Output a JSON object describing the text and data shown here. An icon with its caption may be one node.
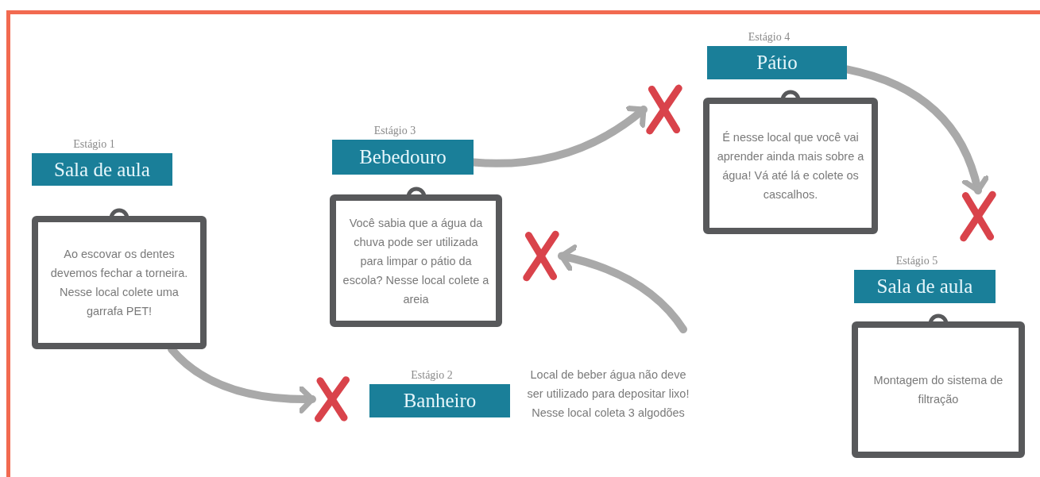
{
  "diagram": {
    "nodes": [
      {
        "text": [
          "Sala de aula"
        ],
        "beside": [
          "Estágio 1"
        ]
      },
      {
        "text": [
          "Ao escovar os dentes devemos fechar a torneira. Nesse local colete uma garrafa PET!"
        ]
      },
      {
        "text": [],
        "shape": "cross"
      },
      {
        "text": [
          "Banheiro"
        ],
        "beside": [
          "Estágio 2"
        ]
      },
      {
        "text": [
          "Bebedouro"
        ],
        "beside": [
          "Estágio 3"
        ]
      },
      {
        "text": [
          "Você sabia que a água da chuva pode ser utilizada para limpar o pátio da escola? Nesse local colete a areia"
        ]
      },
      {
        "text": [],
        "shape": "cross"
      },
      {
        "text": [],
        "shape": "cross"
      },
      {
        "text": [
          "Pátio"
        ],
        "beside": [
          "Estágio 4"
        ]
      },
      {
        "text": [
          "É nesse local que você vai aprender ainda mais sobre a água! Vá até lá e colete os cascalhos."
        ]
      },
      {
        "text": [],
        "shape": "cross"
      },
      {
        "text": [
          "Sala de aula"
        ],
        "beside": [
          "Estágio 5"
        ]
      },
      {
        "text": [
          "Montagem do sistema de filtração"
        ]
      }
    ],
    "edges": [
      {
        "from": 1,
        "to": 2,
        "arrow": "to"
      },
      {
        "from": null,
        "to": 6,
        "arrow": "to"
      },
      {
        "from": 4,
        "to": 7,
        "arrow": "to"
      },
      {
        "from": 8,
        "to": 10,
        "arrow": "to"
      }
    ],
    "labels": [
      "Local de beber água não deve ser utilizado para depositar lixo! Nesse local coleta 3 algodões"
    ]
  }
}
